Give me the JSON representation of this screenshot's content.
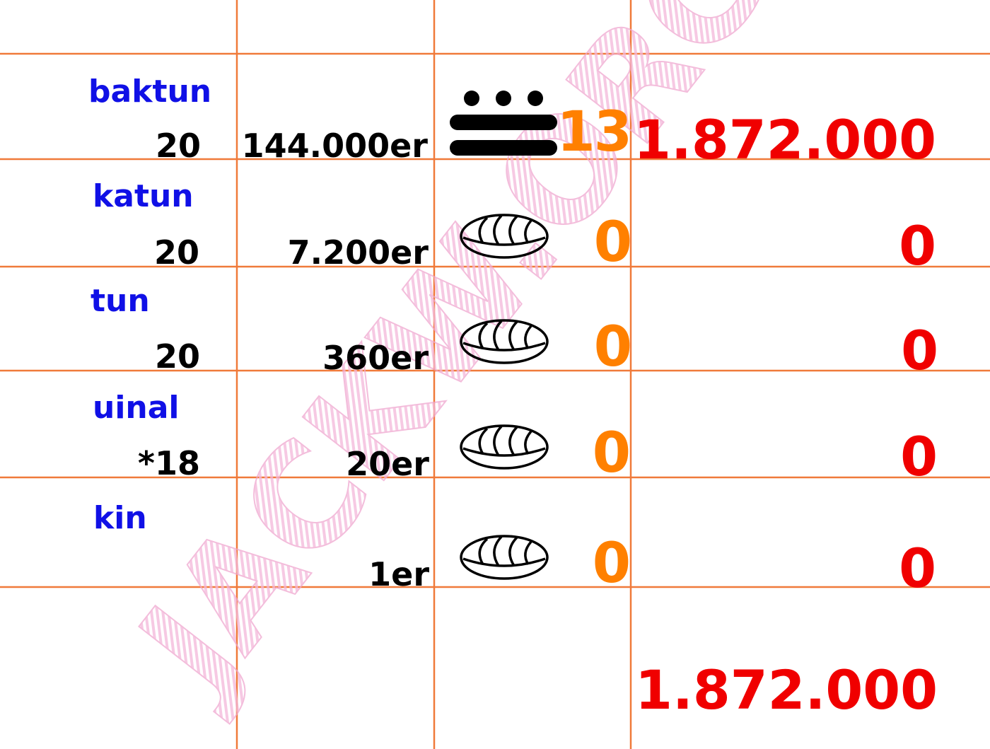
{
  "rows": [
    {
      "unit": "baktun",
      "factor": "20",
      "place": "144.000er",
      "digit": "13",
      "glyph": "bar-and-dot-13-icon",
      "value": "1.872.000"
    },
    {
      "unit": "katun",
      "factor": "20",
      "place": "7.200er",
      "digit": "0",
      "glyph": "shell-zero-icon",
      "value": "0"
    },
    {
      "unit": "tun",
      "factor": "20",
      "place": "360er",
      "digit": "0",
      "glyph": "shell-zero-icon",
      "value": "0"
    },
    {
      "unit": "uinal",
      "factor": "*18",
      "place": "20er",
      "digit": "0",
      "glyph": "shell-zero-icon",
      "value": "0"
    },
    {
      "unit": "kin",
      "factor": "",
      "place": "1er",
      "digit": "0",
      "glyph": "shell-zero-icon",
      "value": "0"
    }
  ],
  "total": "1.872.000",
  "watermark": "JACKW.ORG",
  "colors": {
    "grid": "#f07a3a",
    "unit": "#1010e6",
    "digit": "#ff8000",
    "value": "#f00000",
    "watermark": "#f4b8da"
  }
}
